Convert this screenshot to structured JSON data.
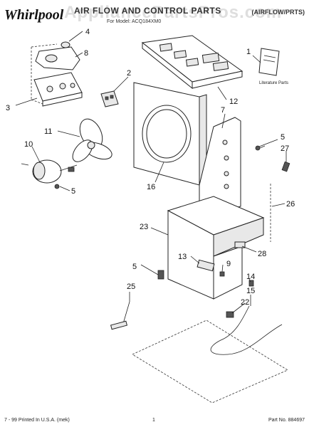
{
  "header": {
    "brand": "Whirlpool",
    "watermark": "AppliancePartsPros.com",
    "title": "AIR FLOW AND CONTROL PARTS",
    "subtitle": "For Model: ACQ184XM0",
    "section_code": "(AIRFLOW/PRTS)"
  },
  "callouts": {
    "c1": "1",
    "c2": "2",
    "c3": "3",
    "c4": "4",
    "c5a": "5",
    "c5b": "5",
    "c5c": "5",
    "c7": "7",
    "c8": "8",
    "c9": "9",
    "c10": "10",
    "c11": "11",
    "c12": "12",
    "c13": "13",
    "c14": "14",
    "c15": "15",
    "c16": "16",
    "c22": "22",
    "c23": "23",
    "c25": "25",
    "c26": "26",
    "c27": "27",
    "c28": "28"
  },
  "literature_label": "Literature Parts",
  "footer": {
    "printed": "7 - 99 Printed In U.S.A. (mek)",
    "page": "1",
    "part_no": "Part No. 884697"
  }
}
